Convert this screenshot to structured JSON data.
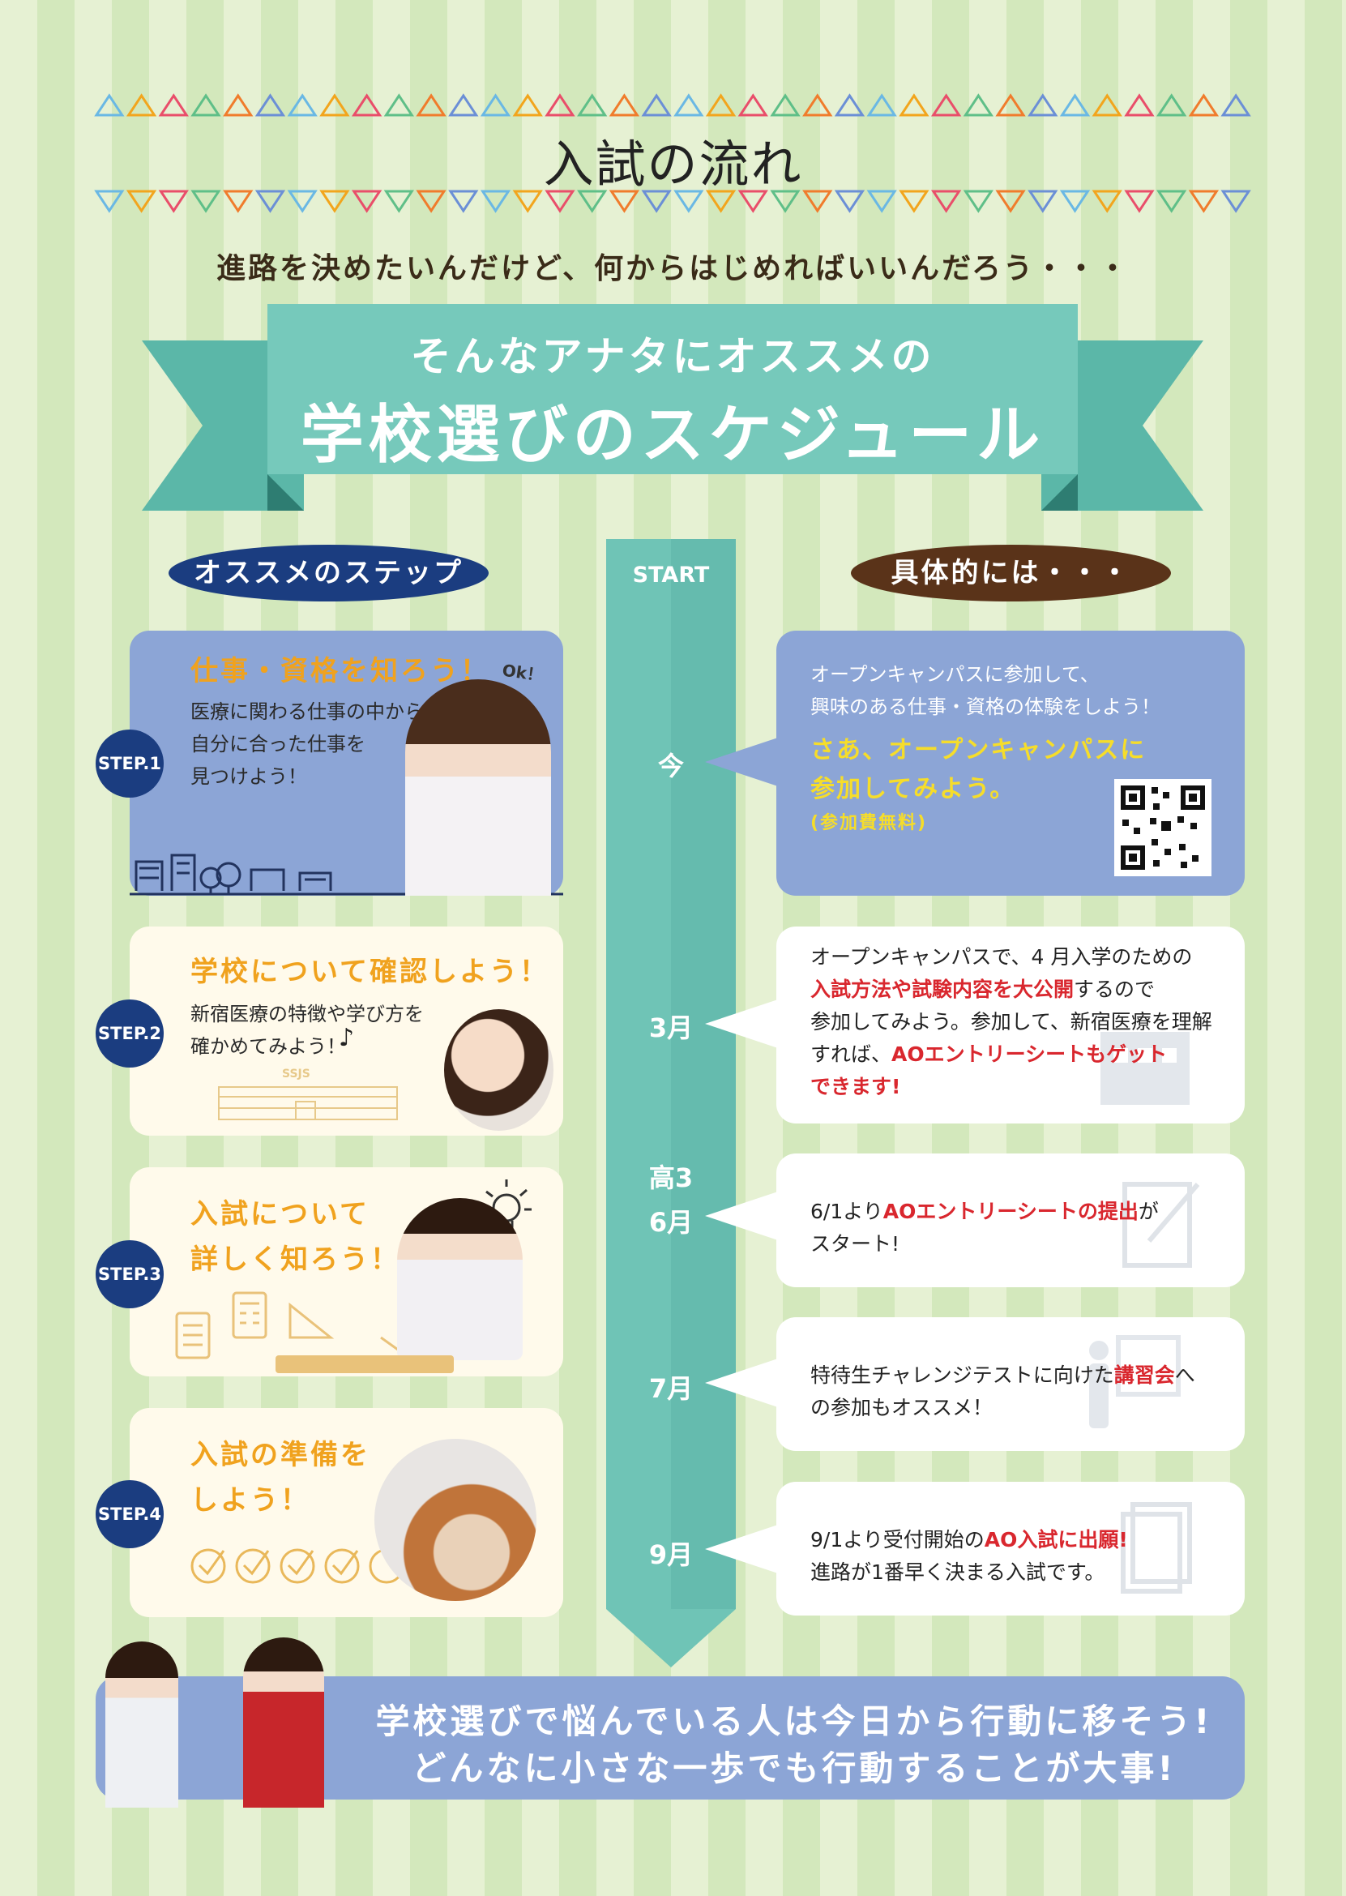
{
  "page": {
    "title": "入試の流れ",
    "lead": "進路を決めたいんだけど、何からはじめればいいんだろう・・・",
    "ribbon_line1": "そんなアナタにオススメの",
    "ribbon_line2": "学校選びのスケジュール",
    "left_header": "オススメのステップ",
    "right_header": "具体的には・・・"
  },
  "colors": {
    "teal": "#6fc4b6",
    "teal_dark": "#4aa79a",
    "navy": "#1b3d80",
    "brown": "#5a3319",
    "card_blue": "#8ca5d6",
    "card_cream": "#fffaeb",
    "yellow": "#f2a51d",
    "red": "#d9272e"
  },
  "steps": [
    {
      "badge": "STEP.1",
      "title": "仕事・資格を知ろう！",
      "body": [
        "医療に関わる仕事の中から、",
        "自分に合った仕事を",
        "見つけよう！"
      ],
      "sticker": "Ok！"
    },
    {
      "badge": "STEP.2",
      "title": "学校について確認しよう！",
      "body": [
        "新宿医療の特徴や学び方を",
        "確かめてみよう！"
      ],
      "building_sign": "SSJS"
    },
    {
      "badge": "STEP.3",
      "title_lines": [
        "入試について",
        "詳しく知ろう！"
      ]
    },
    {
      "badge": "STEP.4",
      "title_lines": [
        "入試の準備を",
        "しよう！"
      ]
    }
  ],
  "timeline": {
    "start": "START",
    "labels": [
      "今",
      "3月",
      "高3",
      "6月",
      "7月",
      "9月"
    ]
  },
  "right_cards": [
    {
      "line1": "オープンキャンパスに参加して、",
      "line2": "興味のある仕事・資格の体験をしよう！",
      "cta1": "さあ、オープンキャンパスに",
      "cta2": "参加してみよう。",
      "cta3": "(参加費無料)"
    },
    {
      "p1": "オープンキャンパスで、4 月入学のための",
      "p2a": "入試方法や試験内容を大公開",
      "p2b": "するので",
      "p3": "参加してみよう。参加して、新宿医療を理解",
      "p4a": "すれば、",
      "p4b": "AOエントリーシートもゲット",
      "p5": "できます!"
    },
    {
      "a": "6/1より",
      "b": "AOエントリーシートの提出",
      "c": "が",
      "d": "スタート!"
    },
    {
      "a": "特待生チャレンジテストに向けた",
      "b": "講習会",
      "c": "へ",
      "d": "の参加もオススメ！"
    },
    {
      "a": "9/1より受付開始の",
      "b": "AO入試に出願!",
      "c": "進路が1番早く決まる入試です。"
    }
  ],
  "bottom": {
    "line1": "学校選びで悩んでいる人は今日から行動に移そう!",
    "line2": "どんなに小さな一歩でも行動することが大事!"
  }
}
